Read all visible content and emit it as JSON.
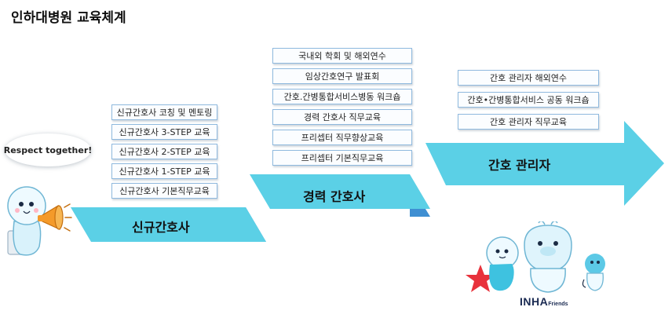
{
  "title": "인하대병원 교육체계",
  "stages": [
    {
      "label": "신규간호사",
      "courses": [
        "신규간호사 코칭 및 멘토링",
        "신규간호사 3-STEP 교육",
        "신규간호사 2-STEP 교육",
        "신규간호사 1-STEP 교육",
        "신규간호사 기본직무교육"
      ]
    },
    {
      "label": "경력 간호사",
      "courses": [
        "국내외 학회 및 해외연수",
        "임상간호연구 발표회",
        "간호.간병통합서비스병동 워크숍",
        "경력 간호사 직무교육",
        "프리셉터 직무향상교육",
        "프리셉터 기본직무교육"
      ]
    },
    {
      "label": "간호 관리자",
      "courses": [
        "간호 관리자 해외연수",
        "간호•간병통합서비스 공동 워크숍",
        "간호 관리자 직무교육"
      ]
    }
  ],
  "speech_bubble": "Respect together!",
  "logo": {
    "main": "INHA",
    "sub": "Friends"
  },
  "colors": {
    "arrow_light": "#5bd0e6",
    "arrow_dark": "#3f8fd2",
    "box_border": "#8fb9de"
  }
}
